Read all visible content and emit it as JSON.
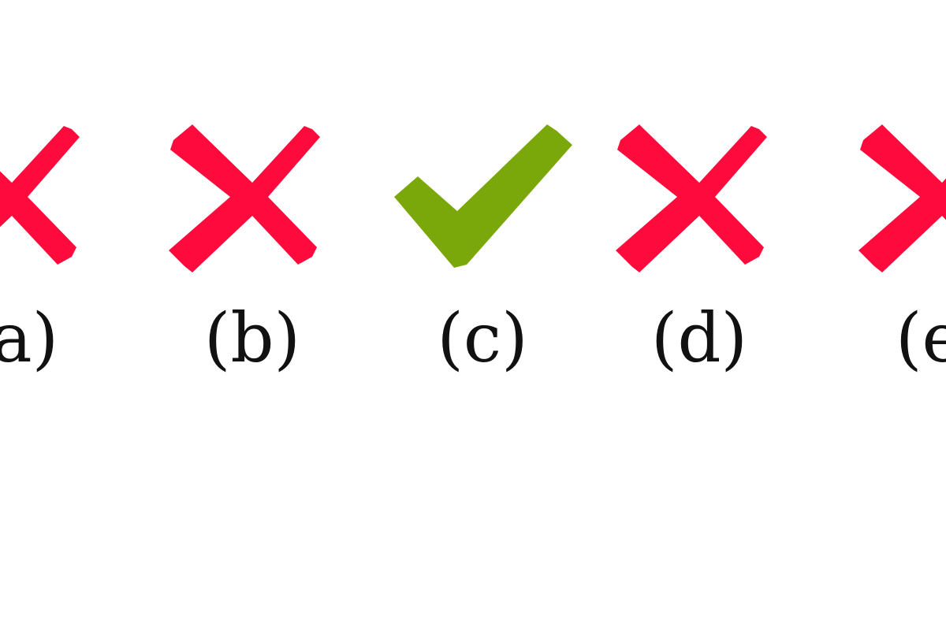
{
  "options": [
    {
      "id": "a",
      "label": "(a)",
      "mark": "cross-icon",
      "correct": false
    },
    {
      "id": "b",
      "label": "(b)",
      "mark": "cross-icon",
      "correct": false
    },
    {
      "id": "c",
      "label": "(c)",
      "mark": "check-icon",
      "correct": true
    },
    {
      "id": "d",
      "label": "(d)",
      "mark": "cross-icon",
      "correct": false
    },
    {
      "id": "e",
      "label": "(e)",
      "mark": "cross-icon",
      "correct": false
    }
  ],
  "colors": {
    "cross": "#ff0a3c",
    "check": "#7aa80a",
    "text": "#111111",
    "background": "#ffffff"
  }
}
